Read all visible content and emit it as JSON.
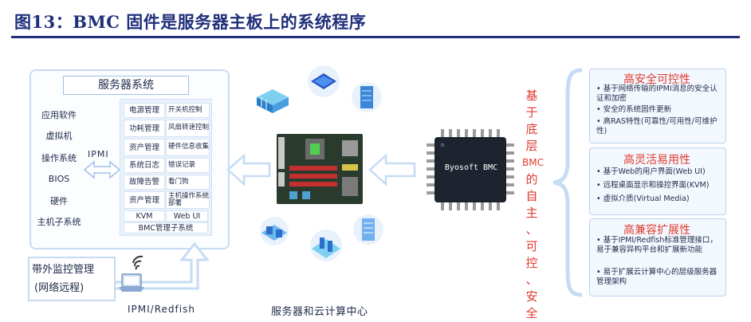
{
  "figure_title": "图13：BMC 固件是服务器主板上的系统程序",
  "server_system": {
    "title": "服务器系统",
    "left_items": [
      "应用软件",
      "虚拟机",
      "操作系统",
      "BIOS",
      "硬件",
      "主机子系统"
    ],
    "ipmi_label": "IPMI",
    "mgmt_rows": [
      {
        "left": "电源管理",
        "right": "开关机控制"
      },
      {
        "left": "功耗管理",
        "right": "风扇转速控制"
      },
      {
        "left": "资产管理",
        "right": "硬件信息收集"
      },
      {
        "left": "系统日志",
        "right": "错误记录"
      },
      {
        "left": "故障告警",
        "right": "看门狗"
      },
      {
        "left": "资产管理",
        "right": "主机操作系统部署"
      },
      {
        "left": "KVM",
        "right": "Web UI"
      }
    ],
    "bmc_subsystem": "BMC管理子系统"
  },
  "oob": {
    "line1": "带外监控管理",
    "line2": "(网络远程)"
  },
  "protocol_label": "IPMI/Redfish",
  "center_caption": "服务器和云计算中心",
  "chip_label": "Byosoft BMC",
  "vertical_caption": [
    "基",
    "于",
    "底",
    "层",
    "BMC",
    "的",
    "自",
    "主",
    "、",
    "可",
    "控",
    "、",
    "安",
    "全"
  ],
  "panels": [
    {
      "title": "高安全可控性",
      "bullets": [
        "基于网络传输的IPMI消息的安全认证和加密",
        "安全的系统固件更新",
        "高RAS特性(可靠性/可用性/可维护性)"
      ]
    },
    {
      "title": "高灵活易用性",
      "bullets": [
        "基于Web的用户界面(Web UI)",
        "远程桌面显示和操控界面(KVM)",
        "虚拟介质(Virtual Media)"
      ]
    },
    {
      "title": "高兼容扩展性",
      "bullets": [
        "基于IPMI/Redfish标准管理接口，易于兼容异构平台和扩展新功能",
        "易于扩展云计算中心的层级服务器管理架构"
      ]
    }
  ],
  "colors": {
    "title": "#1f2f7a",
    "accent_red": "#e03a2f",
    "panel_border": "#bcd2ee",
    "arrow": "#c6dbf4",
    "chip": "#1d2430"
  }
}
